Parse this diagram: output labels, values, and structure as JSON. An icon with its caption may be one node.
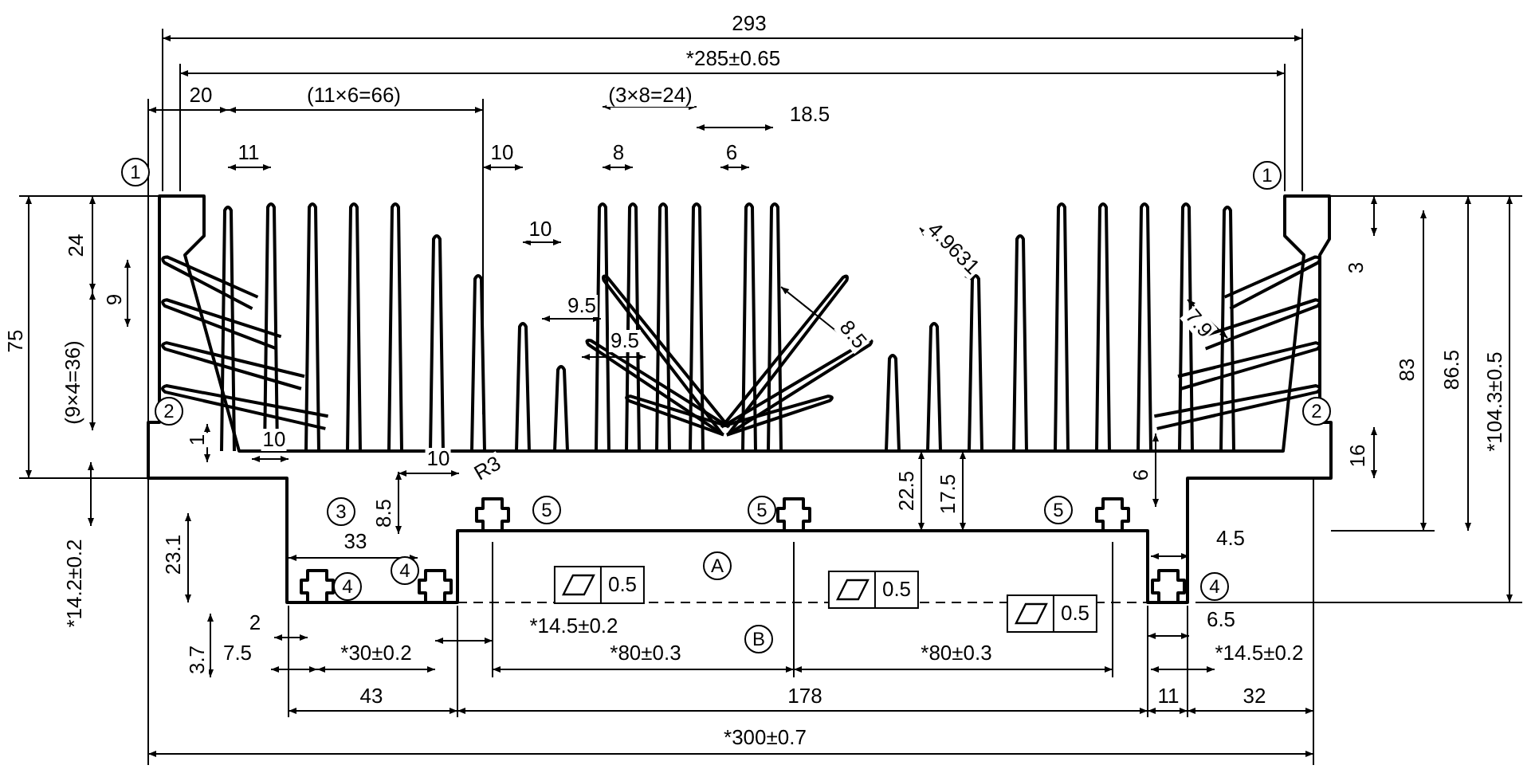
{
  "diagram": {
    "labels": [
      "293",
      "*285±0.65",
      "20",
      "(11×6=66)",
      "(3×8=24)",
      "18.5",
      "11",
      "10",
      "8",
      "6",
      "1",
      "1",
      "10",
      "24",
      "9",
      "(9×4=36)",
      "75",
      "9.5",
      "9.5",
      "8.5",
      "4.9631",
      "7.9",
      "3",
      "83",
      "86.5",
      "*104.3±0.5",
      "2",
      "2",
      "16",
      "1",
      "10",
      "10",
      "R3",
      "3",
      "5",
      "5",
      "5",
      "22.5",
      "17.5",
      "6",
      "*14.2±0.2",
      "23.1",
      "8.5",
      "33",
      "4",
      "4",
      "4.5",
      "4",
      "A",
      "0.5",
      "0.5",
      "0.5",
      "B",
      "2",
      "6.5",
      "3.7",
      "7.5",
      "*30±0.2",
      "*14.5±0.2",
      "*80±0.3",
      "*80±0.3",
      "*14.5±0.2",
      "43",
      "178",
      "11",
      "32",
      "*300±0.7"
    ]
  }
}
